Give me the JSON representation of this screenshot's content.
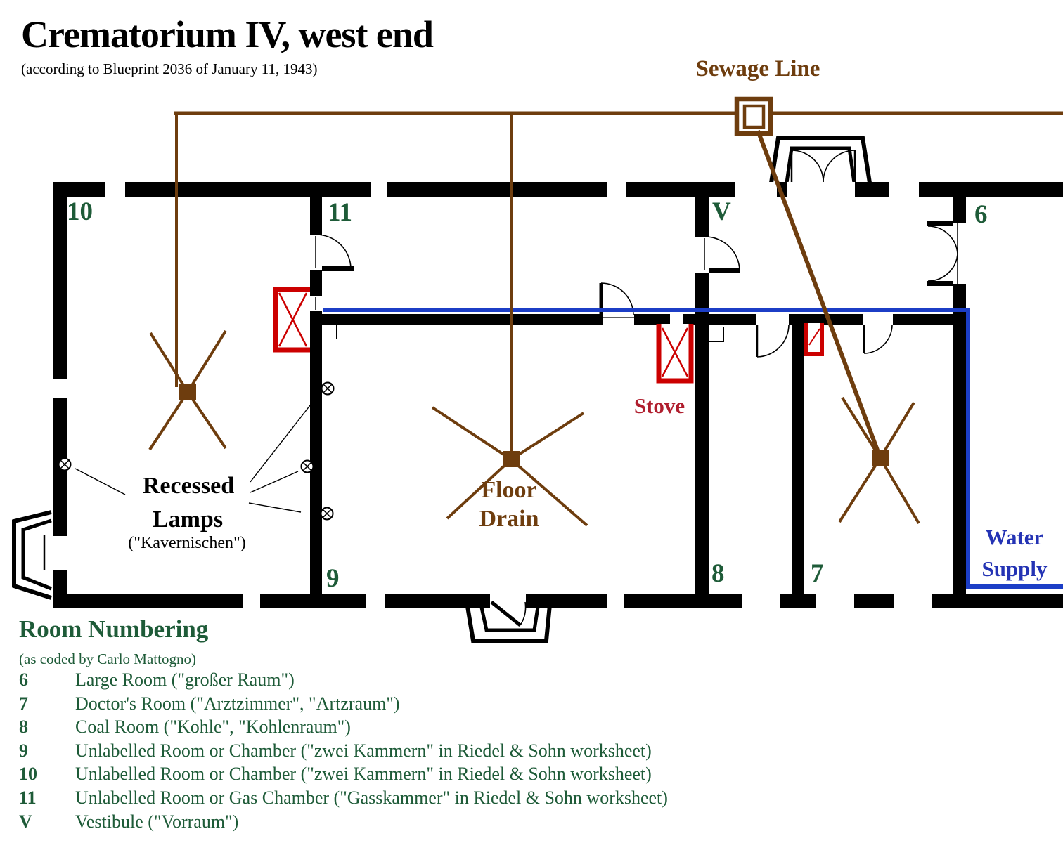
{
  "page": {
    "title": "Crematorium IV, west end",
    "subtitle": "(according to Blueprint 2036 of January 11, 1943)"
  },
  "annotations": {
    "sewage_line": "Sewage Line",
    "water_line1": "Water",
    "water_line2": "Supply",
    "stove": "Stove",
    "floor_drain_line1": "Floor",
    "floor_drain_line2": "Drain",
    "lamps_line1": "Recessed",
    "lamps_line2": "Lamps",
    "lamps_sub": "(\"Kavernischen\")"
  },
  "rooms": {
    "r10": "10",
    "r11": "11",
    "v": "V",
    "r6": "6",
    "r9": "9",
    "r8": "8",
    "r7": "7"
  },
  "legend": {
    "heading": "Room Numbering",
    "subheading": "(as coded by Carlo Mattogno)",
    "entries": [
      {
        "code": "6",
        "desc": "Large Room (\"großer Raum\")"
      },
      {
        "code": "7",
        "desc": "Doctor's Room (\"Arztzimmer\", \"Artzraum\")"
      },
      {
        "code": "8",
        "desc": "Coal Room (\"Kohle\", \"Kohlenraum\")"
      },
      {
        "code": "9",
        "desc": "Unlabelled Room or Chamber (\"zwei Kammern\" in Riedel & Sohn worksheet)"
      },
      {
        "code": "10",
        "desc": "Unlabelled Room or Chamber (\"zwei Kammern\" in Riedel & Sohn worksheet)"
      },
      {
        "code": "11",
        "desc": "Unlabelled Room or Gas Chamber (\"Gasskammer\" in Riedel & Sohn worksheet)"
      },
      {
        "code": "V",
        "desc": "Vestibule (\"Vorraum\")"
      }
    ]
  },
  "icons": {
    "lamp": "circle-with-x",
    "manhole": "nested-squares",
    "stove": "open-box-with-x",
    "floor_drain": "square-with-x-arms"
  },
  "colors": {
    "wall": "#000000",
    "sewage": "#6e3d0e",
    "water_line": "#1c3ec6",
    "water_text": "#2433b4",
    "stove": "#cc0000",
    "stove_text": "#b01e2e",
    "room_number": "#1e5b38",
    "legend_text": "#1e5b38"
  }
}
